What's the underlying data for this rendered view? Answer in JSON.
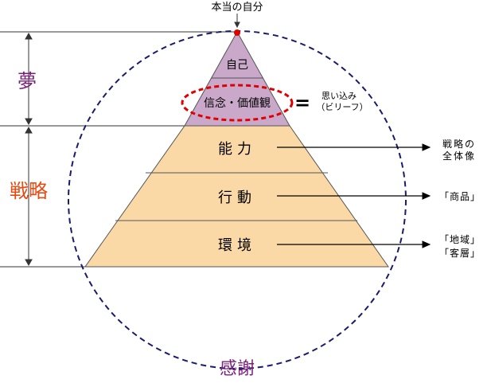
{
  "top_label": "本当の自分",
  "left_labels": {
    "dream": "夢",
    "strategy": "戦略"
  },
  "bottom_label": "感謝",
  "pyramid_levels": {
    "self": "自己",
    "beliefs": "信念・価値観",
    "ability": "能力",
    "action": "行動",
    "environment": "環境"
  },
  "belief_note": {
    "equals": "=",
    "line1": "思い込み",
    "line2": "（ビリーフ）"
  },
  "right_labels": {
    "strategy_line1": "戦略の",
    "strategy_line2": "全体像",
    "product": "「商品」",
    "region": "「地域」",
    "customer": "「客層」"
  },
  "colors": {
    "pyramid_top": "#c9a8c9",
    "pyramid_bottom": "#fbd9a6",
    "circle": "#1a1a6e",
    "ellipse": "#e00000",
    "dream_text": "#7b1f7b",
    "strategy_text": "#e84a12",
    "thanks_text": "#7b1f7b",
    "top_dot": "#e00000"
  }
}
